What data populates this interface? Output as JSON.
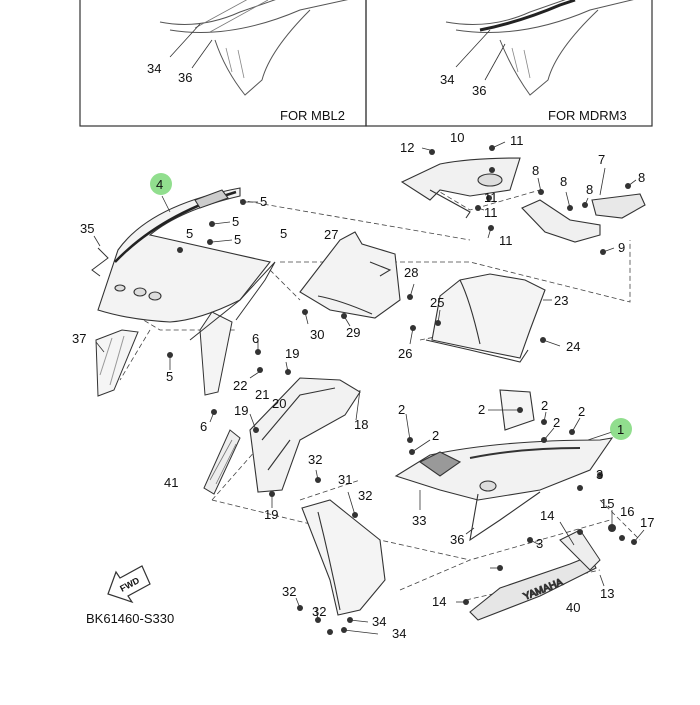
{
  "insets": [
    {
      "caption": "FOR MBL2",
      "callouts": [
        "34",
        "36"
      ]
    },
    {
      "caption": "FOR MDRM3",
      "callouts": [
        "34",
        "36"
      ]
    }
  ],
  "part_numbers": [
    "1",
    "2",
    "3",
    "4",
    "5",
    "6",
    "7",
    "8",
    "9",
    "10",
    "11",
    "12",
    "13",
    "14",
    "15",
    "16",
    "17",
    "18",
    "19",
    "20",
    "21",
    "22",
    "23",
    "24",
    "25",
    "26",
    "27",
    "28",
    "29",
    "30",
    "31",
    "32",
    "33",
    "34",
    "35",
    "36",
    "37",
    "40",
    "41"
  ],
  "highlighted_callouts": [
    "4",
    "1"
  ],
  "fwd_label": "FWD",
  "brand_text": "YAMAHA",
  "diagram_code": "BK61460-S330",
  "highlight_color": "#7ed87a",
  "line_color": "#333333"
}
